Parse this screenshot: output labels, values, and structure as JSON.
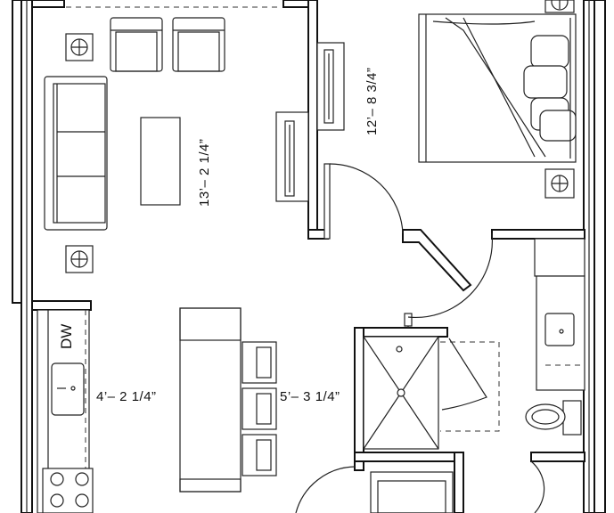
{
  "dimensions": {
    "living_depth": "13’– 2 1/4”",
    "bedroom_width": "12’– 8 3/4”",
    "kitchen_width": "4’– 2 1/4”",
    "walkway_width": "5’– 3 1/4”"
  },
  "appliances": {
    "dishwasher": "DW"
  },
  "icons": {
    "outlet": "outlet-circle-cross-icon",
    "sink": "sink-icon",
    "toilet": "toilet-icon",
    "shower_drain": "drain-icon"
  }
}
